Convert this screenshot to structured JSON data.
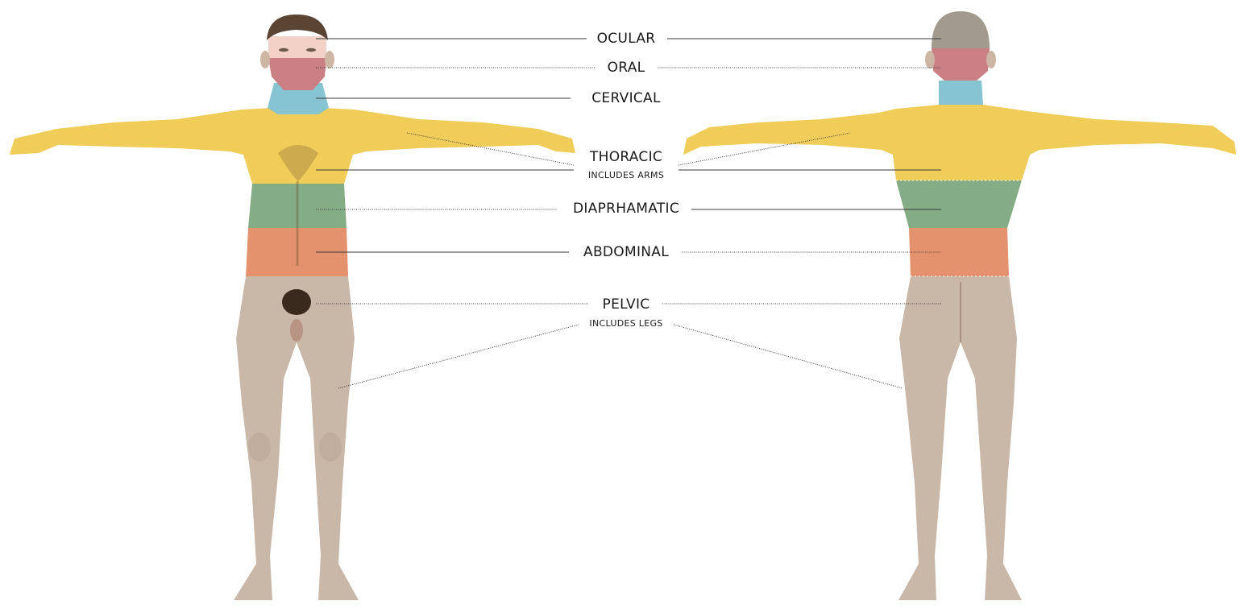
{
  "regions": [
    {
      "id": "ocular",
      "label": "OCULAR",
      "sublabel": "",
      "color": "#f2d2c6"
    },
    {
      "id": "oral",
      "label": "ORAL",
      "sublabel": "",
      "color": "#c97f84"
    },
    {
      "id": "cervical",
      "label": "CERVICAL",
      "sublabel": "",
      "color": "#86c4d2"
    },
    {
      "id": "thoracic",
      "label": "THORACIC",
      "sublabel": "INCLUDES ARMS",
      "color": "#f0cc58"
    },
    {
      "id": "diaphragmatic",
      "label": "DIAPRHAMATIC",
      "sublabel": "",
      "color": "#85ad85"
    },
    {
      "id": "abdominal",
      "label": "ABDOMINAL",
      "sublabel": "",
      "color": "#e3926d"
    },
    {
      "id": "pelvic",
      "label": "PELVIC",
      "sublabel": "INCLUDES LEGS",
      "color": "#c9b7a8"
    }
  ],
  "colors": {
    "skin": "#cdb6a4",
    "hair_front": "#5a4433",
    "hair_back": "#a39a8e",
    "leader": "#3a3a3a"
  }
}
